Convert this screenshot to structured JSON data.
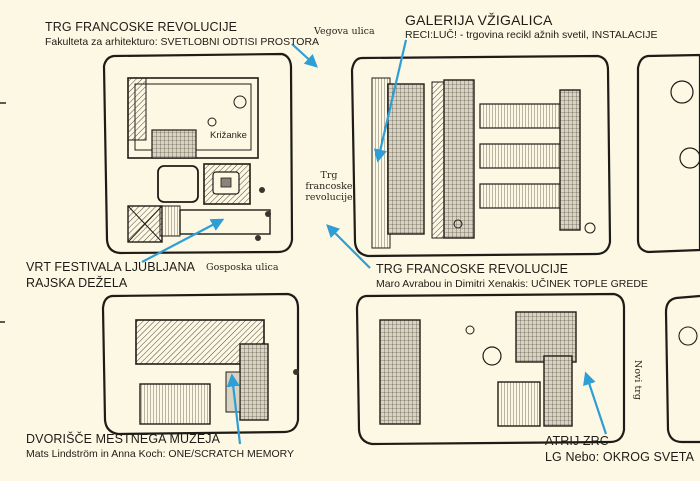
{
  "colors": {
    "background": "#fcf8e3",
    "ink": "#1f1c17",
    "arrow": "#2e9ed6",
    "building_shade": "#8a8478"
  },
  "locations": [
    {
      "id": "trg-francoske-revolucije-fa",
      "title": "TRG FRANCOSKE REVOLUCIJE",
      "subtitle": "Fakulteta za arhitekturo: SVETLOBNI ODTISI PROSTORA"
    },
    {
      "id": "galerija-vzigalica",
      "title": "GALERIJA VŽIGALICA",
      "subtitle": "RECI:LUČ! - trgovina recikl ažnih svetil, INSTALACIJE"
    },
    {
      "id": "vrt-festivala",
      "title": "VRT FESTIVALA LJUBLJANA",
      "subtitle": "RAJSKA DEŽELA"
    },
    {
      "id": "trg-francoske-revolucije-avrabou",
      "title": "TRG FRANCOSKE REVOLUCIJE",
      "subtitle": "Maro Avrabou in Dimitri Xenakis: UČINEK TOPLE GREDE"
    },
    {
      "id": "dvorisce-mestnega-muzeja",
      "title": "DVORIŠČE MESTNEGA MUZEJA",
      "subtitle": "Mats Lindström in Anna Koch: ONE/SCRATCH MEMORY"
    },
    {
      "id": "atrij-zrc",
      "title": "ATRIJ ZRC",
      "subtitle": "LG Nebo: OKROG SVETA"
    }
  ],
  "streets": {
    "vegova": "Vegova ulica",
    "trg": "Trg\nfrancoske\nrevolucije",
    "gosposka": "Gosposka ulica",
    "novi_trg": "Novi trg"
  },
  "buildings": {
    "krizanke": "Križanke"
  }
}
